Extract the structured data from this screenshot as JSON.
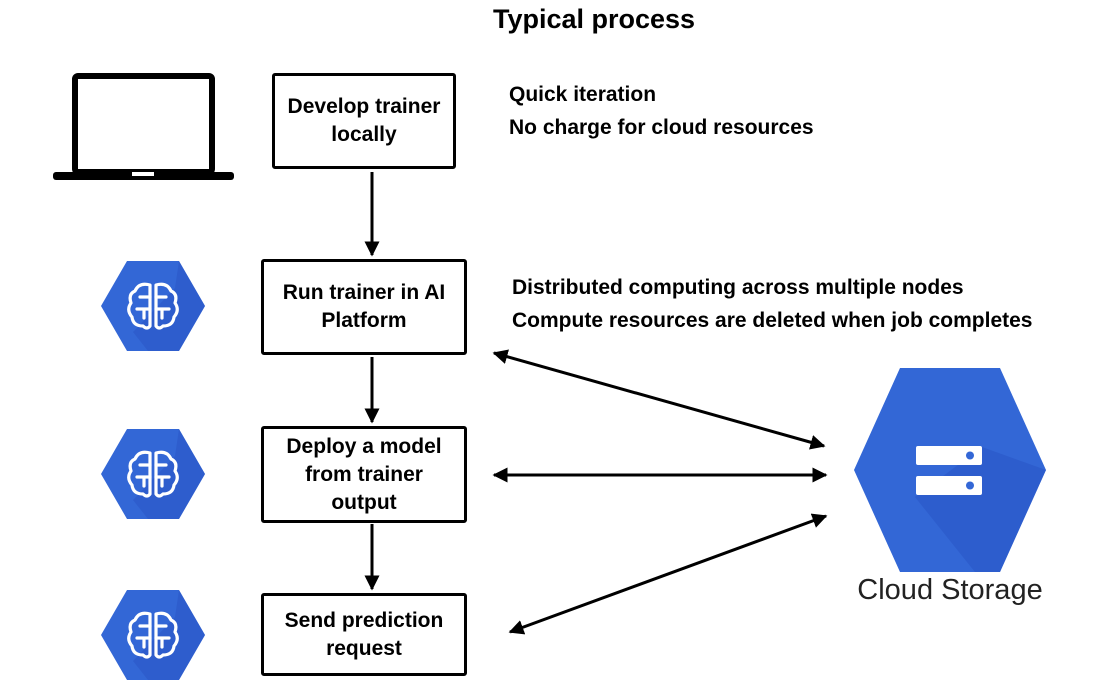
{
  "title": "Typical process",
  "steps": [
    {
      "label": "Develop trainer\nlocally"
    },
    {
      "label": "Run trainer in AI\nPlatform"
    },
    {
      "label": "Deploy a model\nfrom trainer\noutput"
    },
    {
      "label": "Send prediction\nrequest"
    }
  ],
  "notes": {
    "local": [
      "Quick iteration",
      "No charge for cloud resources"
    ],
    "cloud": [
      "Distributed computing across multiple nodes",
      "Compute resources are deleted when job completes"
    ]
  },
  "storage": {
    "label": "Cloud Storage"
  },
  "icons": {
    "laptop": "laptop-icon",
    "ai_platform": "ai-platform-brain-icon",
    "storage": "cloud-storage-icon"
  },
  "colors": {
    "icon_blue": "#3367d6",
    "icon_shadow": "#2a56c6",
    "line": "#000000"
  }
}
